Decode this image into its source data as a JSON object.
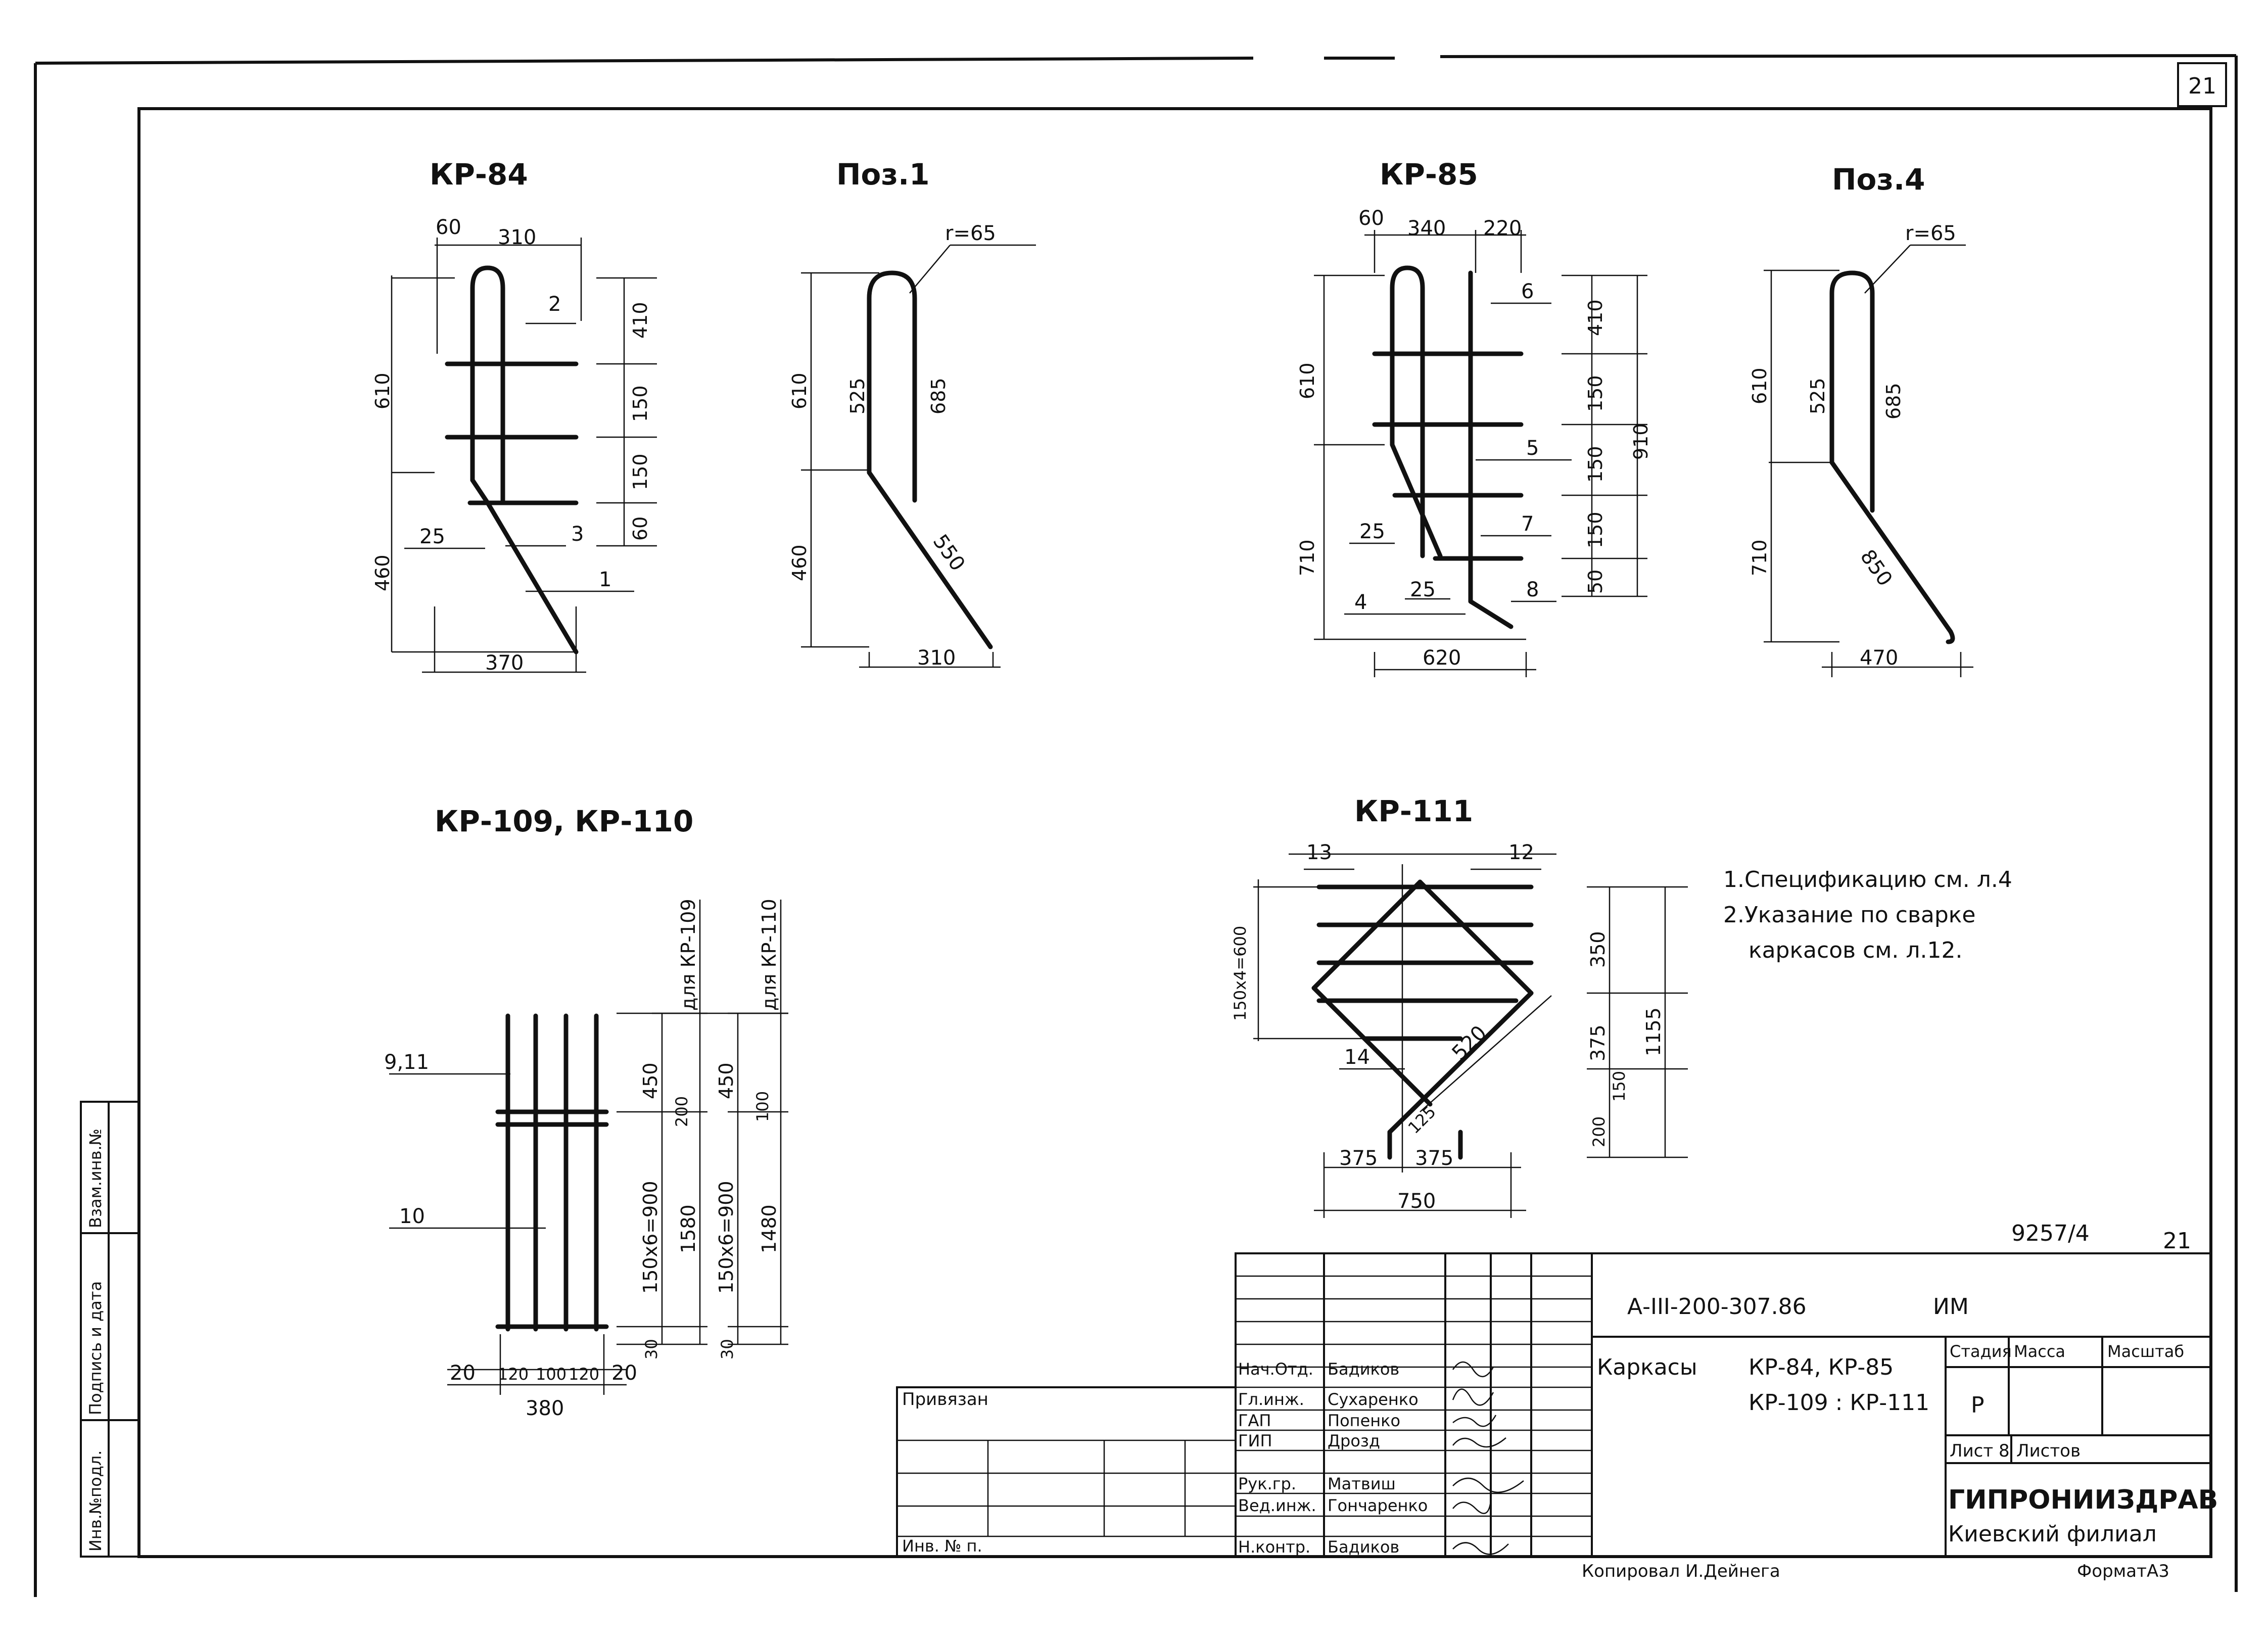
{
  "sheet": {
    "sheet_number_top": "21",
    "doc_number": "9257/4",
    "sheet_number_bottom": "21",
    "format": "ФорматА3"
  },
  "drawings": {
    "kr84": {
      "title": "КР-84",
      "dims": [
        "60",
        "310",
        "410",
        "150",
        "150",
        "60",
        "610",
        "460",
        "25",
        "370",
        "2",
        "3",
        "1"
      ]
    },
    "poz1": {
      "title": "Поз.1",
      "dims": [
        "r=65",
        "610",
        "460",
        "525",
        "685",
        "550",
        "310"
      ]
    },
    "kr85": {
      "title": "КР-85",
      "dims": [
        "60",
        "340",
        "220",
        "410",
        "150",
        "150",
        "150",
        "50",
        "910",
        "610",
        "710",
        "25",
        "25",
        "620",
        "6",
        "5",
        "7",
        "8",
        "4"
      ]
    },
    "poz4": {
      "title": "Поз.4",
      "dims": [
        "r=65",
        "610",
        "710",
        "525",
        "685",
        "850",
        "470"
      ]
    },
    "kr109": {
      "title": "КР-109, КР-110",
      "dims": [
        "9,11",
        "10",
        "20",
        "120",
        "100",
        "120",
        "20",
        "380",
        "450",
        "200",
        "150x6=900",
        "1580",
        "30",
        "450",
        "100",
        "150x6=900",
        "1480",
        "30"
      ],
      "label_109": "для КР-109",
      "label_110": "для КР-110"
    },
    "kr111": {
      "title": "КР-111",
      "dims": [
        "13",
        "12",
        "14",
        "150x4=600",
        "350",
        "375",
        "1155",
        "200",
        "150",
        "520",
        "125",
        "375",
        "375",
        "750"
      ]
    }
  },
  "notes": [
    "1.Спецификацию см. л.4",
    "2.Указание по сварке",
    "каркасов см. л.12."
  ],
  "title_block": {
    "code": "А-III-200-307.86",
    "im": "ИМ",
    "object_label": "Каркасы",
    "object_line1": "КР-84, КР-85",
    "object_line2": "КР-109 : КР-111",
    "stage_header": "Стадия",
    "mass_header": "Масса",
    "scale_header": "Масштаб",
    "stage_value": "Р",
    "sheet_label": "Лист 8",
    "sheets_label": "Листов",
    "org_name": "ГИПРОНИИЗДРАВ",
    "org_branch": "Киевский филиал",
    "privyazan": "Привязан",
    "inv_label": "Инв. № п.",
    "roles": [
      "Нач.Отд.",
      "Гл.инж.",
      "ГАП",
      "ГИП",
      "Рук.гр.",
      "Вед.инж.",
      "Н.контр."
    ],
    "names": [
      "Бадиков",
      "Сухаренко",
      "Попенко",
      "Дрозд",
      "Матвиш",
      "Гончаренко",
      "Бадиков"
    ],
    "copied": "Копировал И.Дейнега"
  },
  "side_stamp": {
    "labels": [
      "Взам.инв.№",
      "Подпись и дата",
      "Инв.№подл."
    ]
  }
}
